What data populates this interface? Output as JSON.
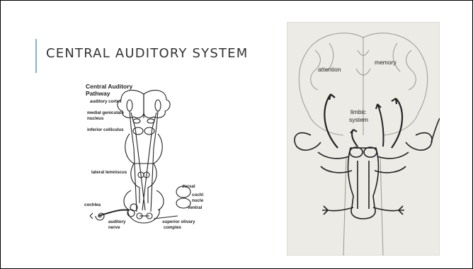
{
  "slide": {
    "title": "CENTRAL AUDITORY SYSTEM"
  },
  "left_figure": {
    "heading_line1": "Central Auditory",
    "heading_line2": "Pathway",
    "labels": {
      "auditory_cortex": "auditory cortex",
      "medial_geniculate_1": "medial geniculate",
      "medial_geniculate_2": "nucleus",
      "inferior_colliculus": "inferior colliculus",
      "lateral_lemniscus": "lateral lemniscus",
      "dorsal": "dorsal",
      "cochlear_nucleus_1": "cochlear",
      "cochlear_nucleus_2": "nucleus",
      "ventral": "ventral",
      "cochlea": "cochlea",
      "auditory_nerve_1": "auditory",
      "auditory_nerve_2": "nerve",
      "superior_olivary_1": "superior olivary",
      "superior_olivary_2": "complex"
    }
  },
  "right_figure": {
    "labels": {
      "attention": "attention",
      "memory": "memory",
      "limbic_1": "limbic",
      "limbic_2": "system"
    }
  },
  "colors": {
    "accent_bar": "#7fb0d6",
    "title_text": "#333333",
    "photo_bg": "#ecebe6",
    "ink": "#222222"
  }
}
